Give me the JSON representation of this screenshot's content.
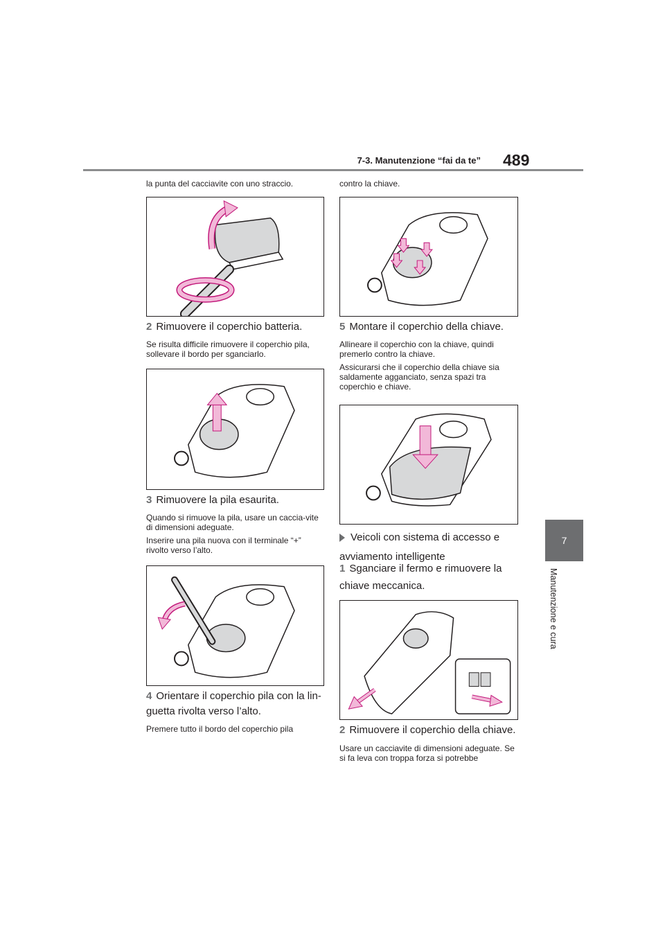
{
  "header": {
    "section": "7-3. Manutenzione “fai da te”",
    "page_number": "489"
  },
  "side_tab": {
    "number": "7",
    "label": "Manutenzione e cura"
  },
  "left": {
    "intro": "la punta del cacciavite con uno straccio.",
    "step2": {
      "num": "2",
      "title": "Rimuovere il coperchio batteria.",
      "text": "Se risulta difficile rimuovere il coperchio pila, sollevare il bordo per sganciarlo."
    },
    "step3": {
      "num": "3",
      "title": "Rimuovere la pila esaurita.",
      "text1": "Quando si rimuove la pila, usare un caccia-vite di dimensioni adeguate.",
      "text2": "Inserire una pila nuova con il terminale “+” rivolto verso l’alto."
    },
    "step4": {
      "num": "4",
      "title": "Orientare il coperchio pila con la lin-guetta rivolta verso l’alto.",
      "text": "Premere tutto il bordo del coperchio pila"
    }
  },
  "right": {
    "intro": "contro la chiave.",
    "step5": {
      "num": "5",
      "title": "Montare il coperchio della chiave.",
      "text1": "Allineare il coperchio con la chiave, quindi premerlo contro la chiave.",
      "text2": "Assicurarsi che il coperchio della chiave sia saldamente agganciato, senza spazi tra coperchio e chiave."
    },
    "subhead": "Veicoli con sistema di accesso e avviamento intelligente",
    "sstep1": {
      "num": "1",
      "title": "Sganciare il fermo e rimuovere la chiave meccanica."
    },
    "sstep2": {
      "num": "2",
      "title": "Rimuovere il coperchio della chiave.",
      "text": "Usare un cacciavite di dimensioni adeguate. Se si fa leva con troppa forza si potrebbe"
    }
  },
  "colors": {
    "arrow_pink": "#f2b8d8",
    "arrow_stroke": "#c2187a",
    "tab_gray": "#6d6e70",
    "rule_gray": "#8c8d8e"
  }
}
